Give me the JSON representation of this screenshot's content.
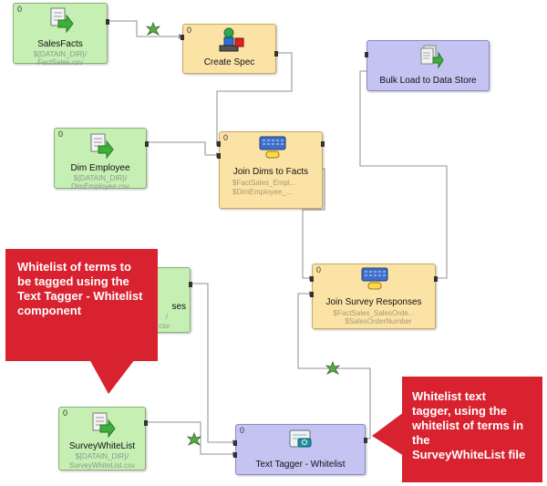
{
  "colors": {
    "reader": "#c6efb4",
    "transform": "#fbe3a6",
    "writer": "#c5c3f2",
    "callout": "#d8222f",
    "wire": "#a8a8a8"
  },
  "nodes": {
    "sales_facts": {
      "index": "0",
      "title": "SalesFacts",
      "sub1": "${DATAIN_DIR}/",
      "sub2": "FactSales.csv",
      "icon": "csv-reader-icon"
    },
    "create_spec": {
      "index": "0",
      "title": "Create Spec",
      "icon": "spec-builder-icon"
    },
    "bulk_load": {
      "title": "Bulk Load to Data Store",
      "icon": "bulk-load-icon"
    },
    "dim_employee": {
      "index": "0",
      "title": "Dim Employee",
      "sub1": "${DATAIN_DIR}/",
      "sub2": "DimEmployee.csv",
      "icon": "csv-reader-icon"
    },
    "join_dims": {
      "index": "0",
      "title": "Join Dims to Facts",
      "sub1": "$FactSales_Empl...",
      "sub2": "$DimEmployee_...",
      "icon": "join-icon"
    },
    "survey_responses_reader": {
      "title_fragment": "ses",
      "sub_fragment1": "/",
      "sub_fragment2": "csv"
    },
    "join_survey": {
      "index": "0",
      "title": "Join Survey Responses",
      "sub1": "$FactSales_SalesOrde...",
      "sub2": "$SalesOrderNumber",
      "icon": "join-icon"
    },
    "survey_whitelist": {
      "index": "0",
      "title": "SurveyWhiteList",
      "sub1": "${DATAIN_DIR}/",
      "sub2": "SurveyWhiteList.csv",
      "icon": "csv-reader-icon"
    },
    "text_tagger": {
      "index": "0",
      "title": "Text Tagger - Whitelist",
      "icon": "text-tagger-icon"
    }
  },
  "callouts": {
    "whitelist_terms": {
      "line1": "Whitelist of terms to",
      "line2": "be tagged using the",
      "line3": "Text Tagger - Whitelist",
      "line4": "component"
    },
    "tagger_desc": {
      "line1": "Whitelist text",
      "line2": "tagger, using the",
      "line3": "whitelist of terms in",
      "line4": "the",
      "line5": "SurveyWhiteList file"
    }
  }
}
